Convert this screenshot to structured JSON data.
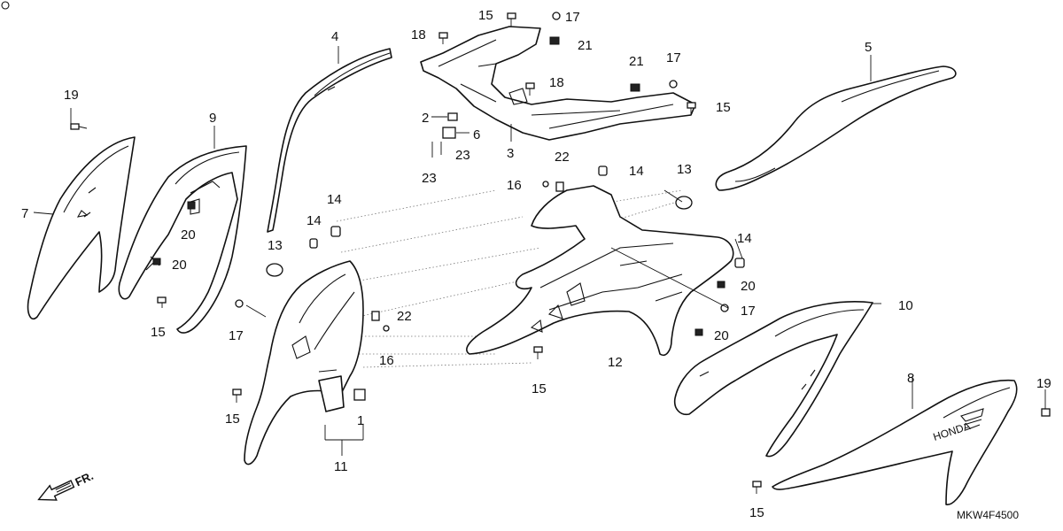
{
  "diagram_code": "MKW4F4500",
  "direction_label": "FR.",
  "brand_mark": "HONDA",
  "callouts": [
    {
      "id": "c15a",
      "text": "15"
    },
    {
      "id": "c17a",
      "text": "17"
    },
    {
      "id": "c18a",
      "text": "18"
    },
    {
      "id": "c21a",
      "text": "21"
    },
    {
      "id": "c4",
      "text": "4"
    },
    {
      "id": "c5",
      "text": "5"
    },
    {
      "id": "c21b",
      "text": "21"
    },
    {
      "id": "c17b",
      "text": "17"
    },
    {
      "id": "c18b",
      "text": "18"
    },
    {
      "id": "c15b",
      "text": "15"
    },
    {
      "id": "c19a",
      "text": "19"
    },
    {
      "id": "c9",
      "text": "9"
    },
    {
      "id": "c2",
      "text": "2"
    },
    {
      "id": "c6",
      "text": "6"
    },
    {
      "id": "c3",
      "text": "3"
    },
    {
      "id": "c23a",
      "text": "23"
    },
    {
      "id": "c23b",
      "text": "23"
    },
    {
      "id": "c22a",
      "text": "22"
    },
    {
      "id": "c14a",
      "text": "14"
    },
    {
      "id": "c16a",
      "text": "16"
    },
    {
      "id": "c13a",
      "text": "13"
    },
    {
      "id": "c7",
      "text": "7"
    },
    {
      "id": "c14b",
      "text": "14"
    },
    {
      "id": "c14c",
      "text": "14"
    },
    {
      "id": "c20a",
      "text": "20"
    },
    {
      "id": "c13b",
      "text": "13"
    },
    {
      "id": "c20b",
      "text": "20"
    },
    {
      "id": "c14d",
      "text": "14"
    },
    {
      "id": "c20c",
      "text": "20"
    },
    {
      "id": "c15c",
      "text": "15"
    },
    {
      "id": "c17c",
      "text": "17"
    },
    {
      "id": "c10",
      "text": "10"
    },
    {
      "id": "c17d",
      "text": "17"
    },
    {
      "id": "c22b",
      "text": "22"
    },
    {
      "id": "c20d",
      "text": "20"
    },
    {
      "id": "c16b",
      "text": "16"
    },
    {
      "id": "c12",
      "text": "12"
    },
    {
      "id": "c15d",
      "text": "15"
    },
    {
      "id": "c8",
      "text": "8"
    },
    {
      "id": "c19b",
      "text": "19"
    },
    {
      "id": "c15e",
      "text": "15"
    },
    {
      "id": "c1",
      "text": "1"
    },
    {
      "id": "c11",
      "text": "11"
    },
    {
      "id": "c15f",
      "text": "15"
    }
  ]
}
